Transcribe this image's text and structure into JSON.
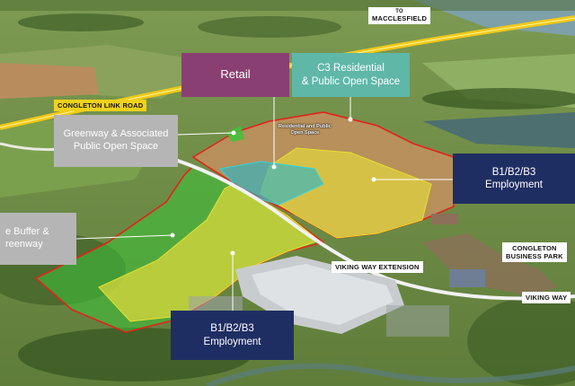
{
  "labels": {
    "retail": "Retail",
    "c3_residential": "C3 Residential\n& Public Open Space",
    "greenway": "Greenway & Associated\nPublic Open Space",
    "buffer": "e Buffer &\nreenway",
    "employment_right": "B1/B2/B3\nEmployment",
    "employment_bottom": "B1/B2/B3\nEmployment"
  },
  "roads": {
    "congleton_link_road": "CONGLETON LINK ROAD",
    "to_macclesfield_prefix": "TO",
    "to_macclesfield": "MACCLESFIELD",
    "viking_way_extension": "VIKING WAY EXTENSION",
    "viking_way": "VIKING WAY",
    "congleton_business_park_1": "CONGLETON",
    "congleton_business_park_2": "BUSINESS PARK"
  },
  "map_text": {
    "residential_note_1": "Residential and Public",
    "residential_note_2": "Open Space"
  },
  "colors": {
    "retail": "#8a3f72",
    "c3_residential": "#5fb7a8",
    "greenway_box": "#b5b5b5",
    "employment_box": "#1f2e62",
    "site_boundary": "#e2231a",
    "employment_zone": "#e6dc3c",
    "greenway_zone": "#3cc43a",
    "residential_zone": "#2fb6c4",
    "link_road": "#f0c918"
  }
}
